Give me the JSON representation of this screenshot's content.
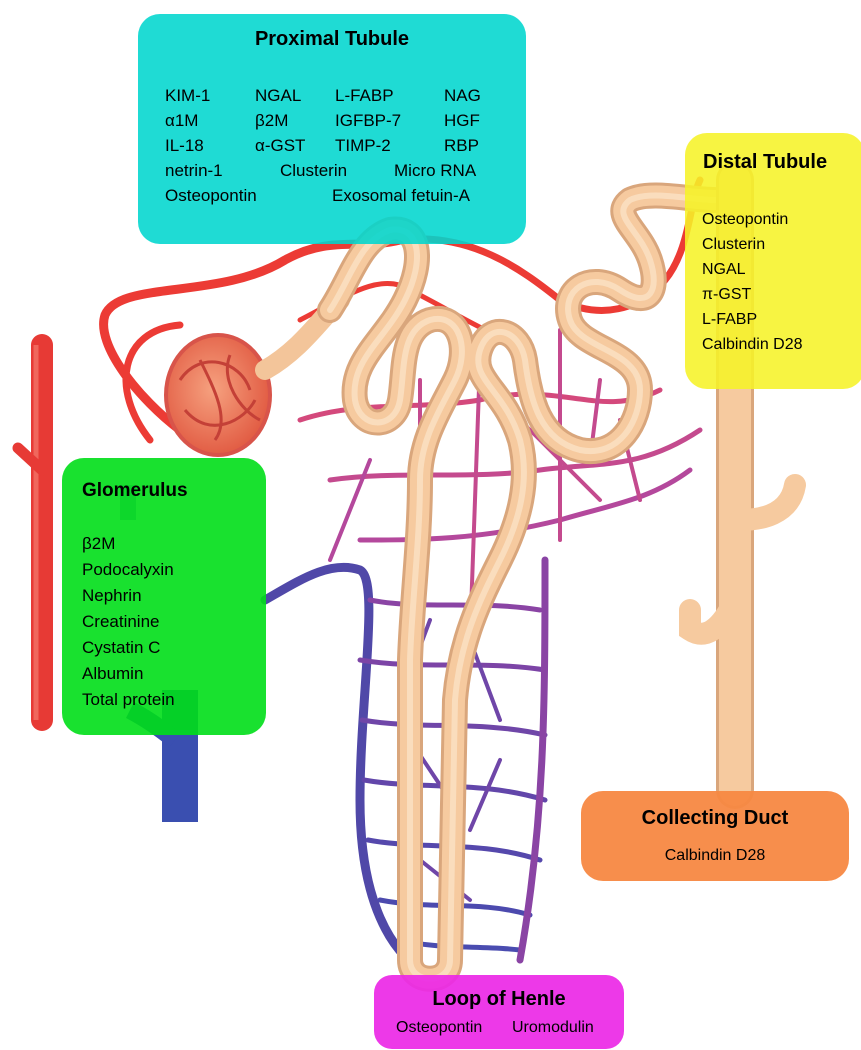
{
  "proximal_tubule": {
    "title": "Proximal Tubule",
    "markers": [
      "KIM-1",
      "NGAL",
      "L-FABP",
      "NAG",
      "α1M",
      "β2M",
      "IGFBP-7",
      "HGF",
      "IL-18",
      "α-GST",
      "TIMP-2",
      "RBP",
      "netrin-1",
      "Clusterin",
      "Micro RNA",
      "Osteopontin",
      "Exosomal fetuin-A"
    ]
  },
  "distal_tubule": {
    "title": "Distal Tubule",
    "markers": [
      "Osteopontin",
      "Clusterin",
      "NGAL",
      "π-GST",
      "L-FABP",
      "Calbindin D28"
    ]
  },
  "glomerulus": {
    "title": "Glomerulus",
    "markers": [
      "β2M",
      "Podocalyxin",
      "Nephrin",
      "Creatinine",
      "Cystatin C",
      "Albumin",
      "Total protein"
    ]
  },
  "collecting_duct": {
    "title": "Collecting Duct",
    "markers": [
      "Calbindin D28"
    ]
  },
  "loop_of_henle": {
    "title": "Loop of Henle",
    "markers": [
      "Osteopontin",
      "Uromodulin"
    ]
  },
  "colors": {
    "proximal": "#00d6ce",
    "distal": "#f6f228",
    "glomerulus": "#00de18",
    "collecting": "#f78842",
    "henle": "#eb28e6",
    "tubule": "#f3c59a",
    "artery": "#ec3b35",
    "vein": "#3a4fb0",
    "capillary_mid": "#b4489c"
  }
}
